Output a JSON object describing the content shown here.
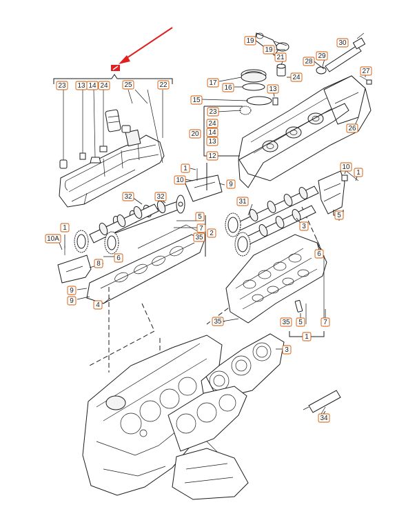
{
  "colors": {
    "callout_border": "#d35400",
    "arrow": "#e02020",
    "marker_fill": "#e02020",
    "line": "#1a1a1a"
  },
  "marker": {
    "icon": "note-marker-icon"
  },
  "callouts": [
    {
      "id": "c-23a",
      "label": "23"
    },
    {
      "id": "c-13a",
      "label": "13"
    },
    {
      "id": "c-14a",
      "label": "14"
    },
    {
      "id": "c-24a",
      "label": "24"
    },
    {
      "id": "c-25",
      "label": "25"
    },
    {
      "id": "c-22",
      "label": "22"
    },
    {
      "id": "c-19a",
      "label": "19"
    },
    {
      "id": "c-19b",
      "label": "19"
    },
    {
      "id": "c-28",
      "label": "28"
    },
    {
      "id": "c-29",
      "label": "29"
    },
    {
      "id": "c-30",
      "label": "30"
    },
    {
      "id": "c-21",
      "label": "21"
    },
    {
      "id": "c-24b",
      "label": "24"
    },
    {
      "id": "c-27",
      "label": "27"
    },
    {
      "id": "c-17",
      "label": "17"
    },
    {
      "id": "c-16",
      "label": "16"
    },
    {
      "id": "c-13b",
      "label": "13"
    },
    {
      "id": "c-15",
      "label": "15"
    },
    {
      "id": "c-26",
      "label": "26"
    },
    {
      "id": "c-23b",
      "label": "23"
    },
    {
      "id": "c-24c",
      "label": "24"
    },
    {
      "id": "c-14b",
      "label": "14"
    },
    {
      "id": "c-20",
      "label": "20"
    },
    {
      "id": "c-13c",
      "label": "13"
    },
    {
      "id": "c-12",
      "label": "12"
    },
    {
      "id": "c-1a",
      "label": "1"
    },
    {
      "id": "c-10a",
      "label": "10"
    },
    {
      "id": "c-9a",
      "label": "9"
    },
    {
      "id": "c-32a",
      "label": "32"
    },
    {
      "id": "c-32b",
      "label": "32"
    },
    {
      "id": "c-5a",
      "label": "5"
    },
    {
      "id": "c-7a",
      "label": "7"
    },
    {
      "id": "c-35a",
      "label": "35"
    },
    {
      "id": "c-2a",
      "label": "2"
    },
    {
      "id": "c-1b",
      "label": "1"
    },
    {
      "id": "c-10A",
      "label": "10A"
    },
    {
      "id": "c-6a",
      "label": "6"
    },
    {
      "id": "c-8",
      "label": "8"
    },
    {
      "id": "c-9b",
      "label": "9"
    },
    {
      "id": "c-9c",
      "label": "9"
    },
    {
      "id": "c-4",
      "label": "4"
    },
    {
      "id": "c-10b",
      "label": "10"
    },
    {
      "id": "c-1c",
      "label": "1"
    },
    {
      "id": "c-31",
      "label": "31"
    },
    {
      "id": "c-3a",
      "label": "3"
    },
    {
      "id": "c-5b",
      "label": "5"
    },
    {
      "id": "c-6b",
      "label": "6"
    },
    {
      "id": "c-35b",
      "label": "35"
    },
    {
      "id": "c-35c",
      "label": "35"
    },
    {
      "id": "c-5c",
      "label": "5"
    },
    {
      "id": "c-7b",
      "label": "7"
    },
    {
      "id": "c-1d",
      "label": "1"
    },
    {
      "id": "c-3b",
      "label": "3"
    },
    {
      "id": "c-34",
      "label": "34"
    }
  ]
}
